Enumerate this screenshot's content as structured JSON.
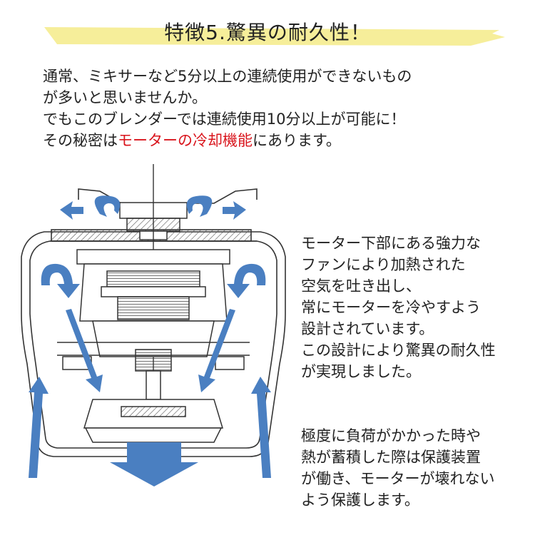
{
  "title": "特徴5.驚異の耐久性！",
  "intro": {
    "line1": "通常、ミキサーなど5分以上の連続使用ができないもの",
    "line2": "が多いと思いませんか。",
    "line3": "でもこのブレンダーでは連続使用10分以上が可能に！",
    "line4_before": "その秘密は",
    "line4_highlight": "モーターの冷却機能",
    "line4_after": "にあります。"
  },
  "side_text_1": [
    "モーター下部にある強力な",
    "ファンにより加熱された",
    "空気を吐き出し、",
    "常にモーターを冷やすよう",
    "設計されています。",
    "この設計により驚異の耐久性",
    "が実現しました。"
  ],
  "side_text_2": [
    "極度に負荷がかかった時や",
    "熱が蓄積した際は保護装置",
    "が働き、モーターが壊れない",
    "よう保護します。"
  ],
  "colors": {
    "banner": "#f6ee9a",
    "arrow": "#4a7fc1",
    "highlight": "#d9141c",
    "line": "#333333"
  }
}
